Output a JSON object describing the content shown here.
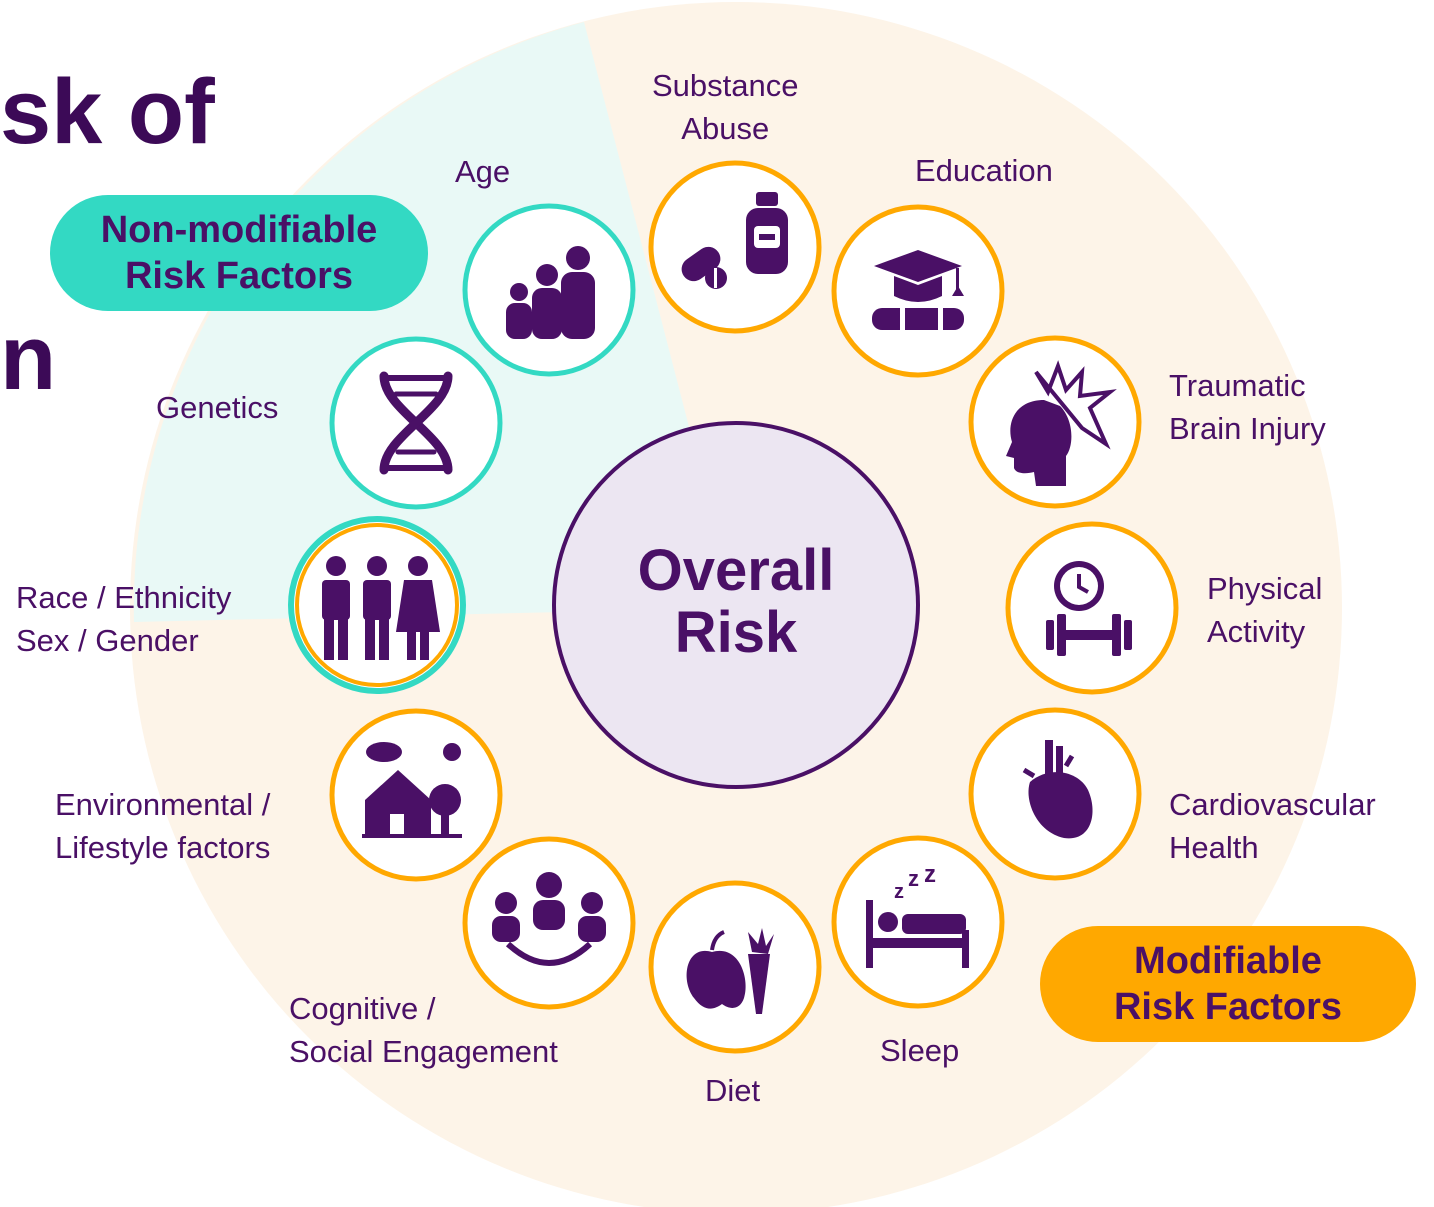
{
  "headline": {
    "line1": "sk of",
    "line2": "n"
  },
  "center": {
    "line1": "Overall",
    "line2": "Risk"
  },
  "groups": {
    "non_modifiable": {
      "line1": "Non-modifiable",
      "line2": "Risk Factors",
      "color": "#33d9c3"
    },
    "modifiable": {
      "line1": "Modifiable",
      "line2": "Risk Factors",
      "color": "#ffa800"
    }
  },
  "factors": [
    {
      "id": "age",
      "lines": [
        "Age"
      ],
      "icon": "family-generations-icon",
      "group": "non_modifiable"
    },
    {
      "id": "genetics",
      "lines": [
        "Genetics"
      ],
      "icon": "dna-icon",
      "group": "non_modifiable"
    },
    {
      "id": "race-sex",
      "lines": [
        "Race / Ethnicity",
        "Sex / Gender"
      ],
      "icon": "people-group-icon",
      "group": "both"
    },
    {
      "id": "environment",
      "lines": [
        "Environmental /",
        "Lifestyle factors"
      ],
      "icon": "house-tree-icon",
      "group": "modifiable"
    },
    {
      "id": "cognitive",
      "lines": [
        "Cognitive /",
        "Social Engagement"
      ],
      "icon": "social-circle-icon",
      "group": "modifiable"
    },
    {
      "id": "diet",
      "lines": [
        "Diet"
      ],
      "icon": "apple-carrot-icon",
      "group": "modifiable"
    },
    {
      "id": "sleep",
      "lines": [
        "Sleep"
      ],
      "icon": "bed-sleep-icon",
      "group": "modifiable"
    },
    {
      "id": "cardio",
      "lines": [
        "Cardiovascular",
        "Health"
      ],
      "icon": "heart-organ-icon",
      "group": "modifiable"
    },
    {
      "id": "physical",
      "lines": [
        "Physical",
        "Activity"
      ],
      "icon": "clock-dumbbell-icon",
      "group": "modifiable"
    },
    {
      "id": "tbi",
      "lines": [
        "Traumatic",
        "Brain Injury"
      ],
      "icon": "head-impact-icon",
      "group": "modifiable"
    },
    {
      "id": "education",
      "lines": [
        "Education"
      ],
      "icon": "graduation-cap-icon",
      "group": "modifiable"
    },
    {
      "id": "substance",
      "lines": [
        "Substance",
        "Abuse"
      ],
      "icon": "pill-bottle-icon",
      "group": "modifiable"
    }
  ],
  "colors": {
    "purple": "#4a1066",
    "center_fill": "#ece6f2",
    "teal_sector": "#e9f9f6",
    "orange_sector": "#fdf4e8"
  }
}
